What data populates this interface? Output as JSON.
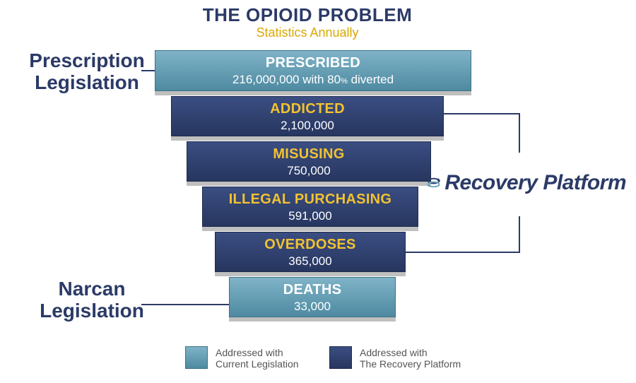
{
  "title": "THE OPIOID PROBLEM",
  "subtitle": "Statistics Annually",
  "side_labels": {
    "prescription": [
      "Prescription",
      "Legislation"
    ],
    "narcan": [
      "Narcan",
      "Legislation"
    ]
  },
  "funnel": [
    {
      "label": "PRESCRIBED",
      "value_prefix": "216,000,000 with 80",
      "value_percent": "%",
      "value_suffix": " diverted",
      "group": "current"
    },
    {
      "label": "ADDICTED",
      "value": "2,100,000",
      "group": "platform"
    },
    {
      "label": "MISUSING",
      "value": "750,000",
      "group": "platform"
    },
    {
      "label": "ILLEGAL PURCHASING",
      "value": "591,000",
      "group": "platform"
    },
    {
      "label": "OVERDOSES",
      "value": "365,000",
      "group": "platform"
    },
    {
      "label": "DEATHS",
      "value": "33,000",
      "group": "current"
    }
  ],
  "platform_logo": {
    "text": "Recovery Platform",
    "icon": "recycle-arrows-icon"
  },
  "legend": [
    {
      "lines": [
        "Addressed with",
        "Current Legislation"
      ],
      "color": "#5f98ad"
    },
    {
      "lines": [
        "Addressed with",
        "The Recovery Platform"
      ],
      "color": "#2f3f6c"
    }
  ],
  "colors": {
    "navy": "#2b3a67",
    "teal": "#5f98ad",
    "gold": "#f2c230",
    "subtitle_gold": "#d9a800"
  }
}
